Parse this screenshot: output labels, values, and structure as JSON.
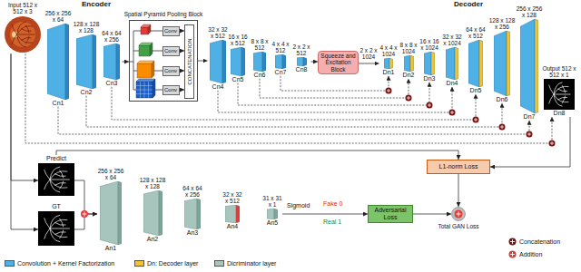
{
  "diagram": {
    "nodes": [
      {
        "text": [
          "Input 512 x 512 x 3"
        ]
      },
      {
        "text": [
          "256 x 256 x 64",
          "Cn1"
        ]
      },
      {
        "text": [
          "128 x 128 x 128",
          "Cn2"
        ]
      },
      {
        "text": [
          "64 x 64 x 256",
          "Cn3"
        ]
      },
      {
        "text": [
          "Spatial Pyramid Pooling Block"
        ]
      },
      {
        "text": [
          "Conv"
        ],
        "in": 4
      },
      {
        "text": [
          "Conv"
        ],
        "in": 4
      },
      {
        "text": [
          "Conv"
        ],
        "in": 4
      },
      {
        "text": [
          "Conv"
        ],
        "in": 4
      },
      {
        "text": [
          "CONCATENATION"
        ],
        "in": 4
      },
      {
        "text": [
          "32 x 32 x 512",
          "Cn4"
        ]
      },
      {
        "text": [
          "16 x 16 x 512",
          "Cn5"
        ]
      },
      {
        "text": [
          "8 x 8 x 512",
          "Cn6"
        ]
      },
      {
        "text": [
          "4 x 4 x 512",
          "Cn7"
        ]
      },
      {
        "text": [
          "2 x 2 x 512",
          "Cn8"
        ]
      },
      {
        "text": [
          "Squeeze and Excitation Block"
        ]
      },
      {
        "text": [
          "4 x 4 x 1024",
          "Dn1"
        ]
      },
      {
        "text": [
          "8 x 8 x 1024",
          "Dn2"
        ]
      },
      {
        "text": [
          "16 x 16 x 1024",
          "Dn3"
        ]
      },
      {
        "text": [
          "32 x 32 x 1024",
          "Dn4"
        ]
      },
      {
        "text": [
          "64 x 64 x 512",
          "Dn5"
        ]
      },
      {
        "text": [
          "128 x 128 x 256",
          "Dn6"
        ]
      },
      {
        "text": [
          "256 x 256 x 128",
          "Dn7"
        ]
      },
      {
        "text": [
          "Output 512 x 512 x 1",
          "Dn8"
        ]
      },
      {
        "text": [
          "Predict"
        ]
      },
      {
        "text": [
          "GT"
        ]
      },
      {
        "text": [
          "256 x 256 x 64",
          "An1"
        ]
      },
      {
        "text": [
          "128 x 128 x 128",
          "An2"
        ]
      },
      {
        "text": [
          "64 x 64 x 256",
          "An3"
        ]
      },
      {
        "text": [
          "32 x 32 x 512",
          "An4"
        ]
      },
      {
        "text": [
          "31 x 31 x 1",
          "An5"
        ]
      },
      {
        "text": [
          "L1-norm Loss"
        ]
      },
      {
        "text": [
          "Adversarial Loss"
        ]
      },
      {
        "text": [
          "Total GAN Loss"
        ]
      }
    ],
    "edges": [
      {
        "from": 0,
        "to": 24,
        "arrow": "to"
      },
      {
        "from": 0,
        "to": 25,
        "arrow": "to"
      },
      {
        "from": 3,
        "to": 4,
        "arrow": "to"
      },
      {
        "from": 5,
        "to": 9,
        "arrow": "to"
      },
      {
        "from": 6,
        "to": 9,
        "arrow": "to"
      },
      {
        "from": 7,
        "to": 9,
        "arrow": "to"
      },
      {
        "from": 8,
        "to": 9,
        "arrow": "to"
      },
      {
        "from": 4,
        "to": 10,
        "arrow": "to"
      },
      {
        "from": 14,
        "to": 15,
        "arrow": "to"
      },
      {
        "from": 15,
        "to": 16,
        "arrow": "to"
      },
      {
        "from": 13,
        "to": 16,
        "arrow": "to"
      },
      {
        "from": 12,
        "to": 17,
        "arrow": "to"
      },
      {
        "from": 11,
        "to": 18,
        "arrow": "to"
      },
      {
        "from": 10,
        "to": 19,
        "arrow": "to"
      },
      {
        "from": 3,
        "to": 20,
        "arrow": "to"
      },
      {
        "from": 2,
        "to": 21,
        "arrow": "to"
      },
      {
        "from": 1,
        "to": 22,
        "arrow": "to"
      },
      {
        "from": 0,
        "to": 23,
        "arrow": "to"
      },
      {
        "from": 23,
        "to": 31,
        "arrow": "to"
      },
      {
        "from": 24,
        "to": 31,
        "arrow": "to"
      },
      {
        "from": 24,
        "to": 26,
        "arrow": "to"
      },
      {
        "from": 25,
        "to": 26,
        "arrow": "to"
      },
      {
        "from": 30,
        "to": 32,
        "arrow": "to"
      },
      {
        "from": 31,
        "to": 33,
        "arrow": "to"
      },
      {
        "from": 32,
        "to": 33,
        "arrow": "to"
      }
    ],
    "labels": [
      "Encoder",
      "Decoder",
      "2 x 2 x 1024",
      "Sigmoid",
      "Fake 0",
      "Real 1"
    ],
    "legend": [
      {
        "text": "Convolution + Kernel Factorization",
        "color": "#4fb0e5"
      },
      {
        "text": "Dn: Decoder layer",
        "color": "#f2c230"
      },
      {
        "text": "Dicriminator layer",
        "color": "#a8c5bd"
      },
      {
        "text": "Concatenation"
      },
      {
        "text": "Addition"
      }
    ]
  }
}
